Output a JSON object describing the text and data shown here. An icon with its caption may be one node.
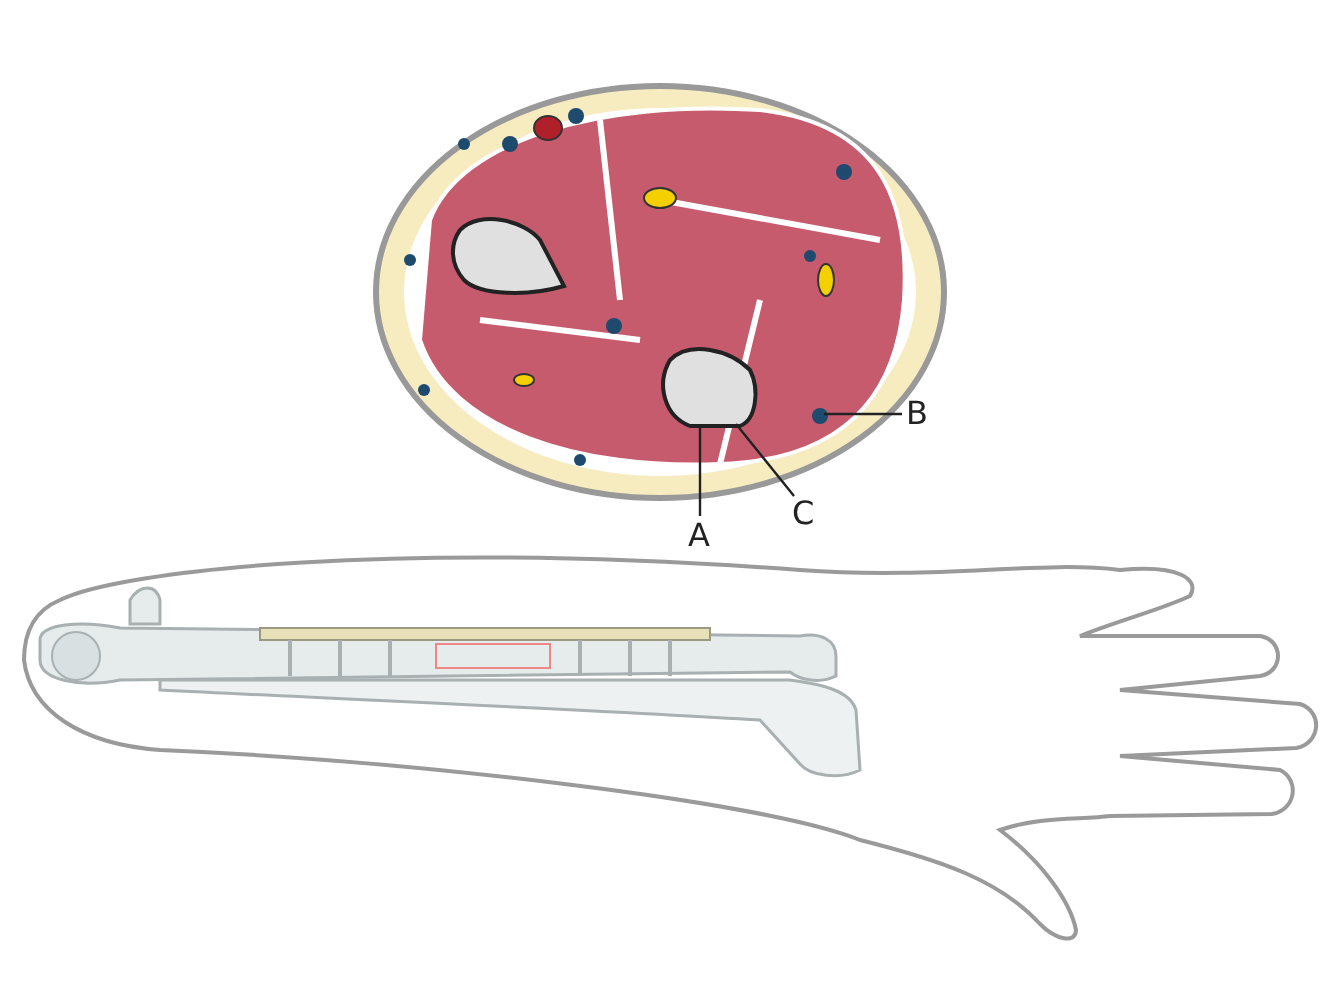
{
  "diagram": {
    "nodes": [
      {
        "text": [
          "A"
        ]
      },
      {
        "text": [
          "B"
        ]
      },
      {
        "text": [
          "C"
        ]
      }
    ],
    "edges": [
      {
        "from": 0,
        "to": null,
        "arrow": "none"
      },
      {
        "from": 1,
        "to": null,
        "arrow": "none"
      },
      {
        "from": 2,
        "to": null,
        "arrow": "none"
      }
    ]
  }
}
